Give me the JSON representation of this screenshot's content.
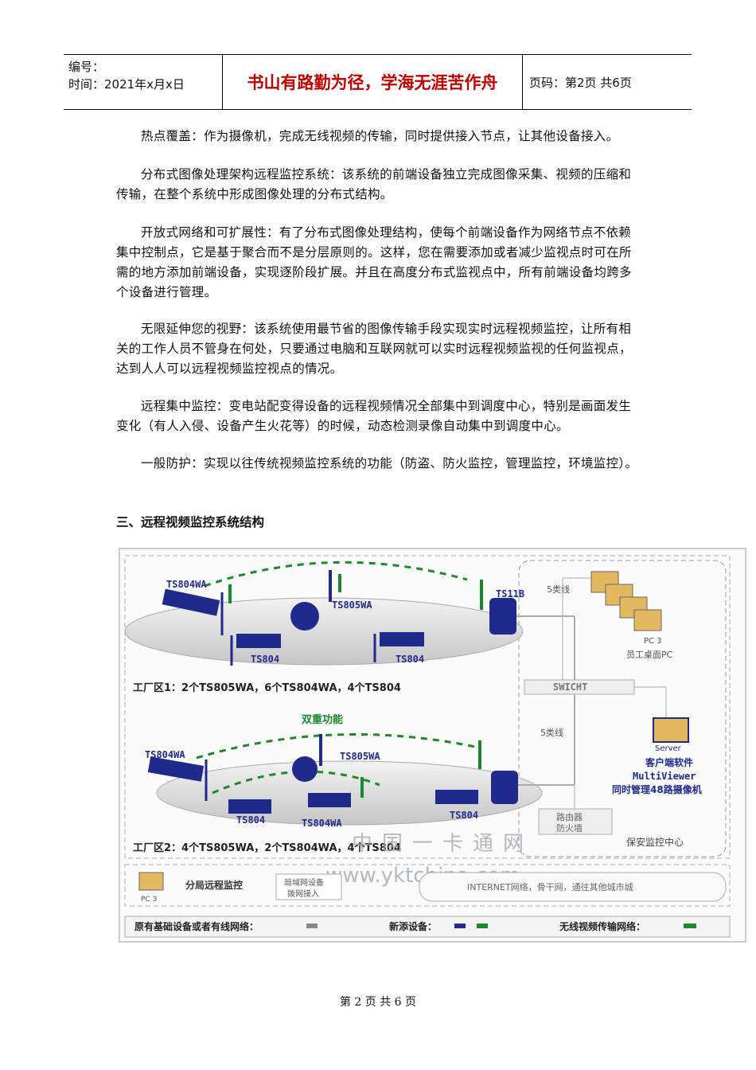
{
  "header": {
    "number_label": "编号：",
    "time_label": "时间：2021年x月x日",
    "motto": "书山有路勤为径，学海无涯苦作舟",
    "page_info": "页码：第2页  共6页"
  },
  "paragraphs": [
    "热点覆盖：作为摄像机，完成无线视频的传输，同时提供接入节点，让其他设备接入。",
    "分布式图像处理架构远程监控系统：该系统的前端设备独立完成图像采集、视频的压缩和传输，在整个系统中形成图像处理的分布式结构。",
    "开放式网络和可扩展性：有了分布式图像处理结构，使每个前端设备作为网络节点不依赖集中控制点，它是基于聚合而不是分层原则的。这样，您在需要添加或者减少监视点时可在所需的地方添加前端设备，实现逐阶段扩展。并且在高度分布式监视点中，所有前端设备均跨多个设备进行管理。",
    "无限延伸您的视野：该系统使用最节省的图像传输手段实现实时远程视频监控，让所有相关的工作人员不管身在何处，只要通过电脑和互联网就可以实时远程视频监视的任何监视点，达到人人可以远程视频监控视点的情况。",
    "远程集中监控：变电站配变得设备的远程视频情况全部集中到调度中心，特别是画面发生变化（有人入侵、设备产生火花等）的时候，动态检测录像自动集中到调度中心。",
    "一般防护：实现以往传统视频监控系统的功能（防盗、防火监控，管理监控，环境监控）。"
  ],
  "section_heading": "三、远程视频监控系统结构",
  "diagram": {
    "zone1": {
      "cam_a": "TS804WA",
      "cam_b": "TS805WA",
      "base": "TS11B",
      "wired_a": "TS804",
      "wired_b": "TS804",
      "caption": "工厂区1：2个TS805WA，6个TS804WA，4个TS804"
    },
    "zone2": {
      "dual": "双重功能",
      "cam_a": "TS804WA",
      "cam_b": "TS805WA",
      "wired_a": "TS804",
      "wired_b": "TS804WA",
      "wired_c": "TS804",
      "caption": "工厂区2：4个TS805WA，2个TS804WA，4个TS804"
    },
    "cable_label_top": "5类线",
    "cable_label_bottom": "5类线",
    "pc_label": "PC 3",
    "staff_pc": "员工桌面PC",
    "switch": "SWICHT",
    "server": "Server",
    "client_title": "客户端软件",
    "client_name": "MultiViewer",
    "client_desc": "同时管理48路摄像机",
    "router_line1": "路由器",
    "router_line2": "防火墙",
    "center": "保安监控中心",
    "watermark_cn": "中国一卡通网",
    "watermark_url": "www.yktchina.com",
    "branch_pc": "PC 3",
    "branch": "分局远程监控",
    "access_line1": "局域网设备",
    "access_line2": "拨网接入",
    "internet": "INTERNET网络，骨干网，通往其他城市城",
    "legend_existing": "原有基础设备或者有线网络：",
    "legend_new": "新添设备：",
    "legend_wireless": "无线视频传输网络：",
    "colors": {
      "blue": "#1f2a8c",
      "green": "#1a8a2a",
      "gray": "#888888"
    }
  },
  "footer": "第 2 页 共 6 页"
}
